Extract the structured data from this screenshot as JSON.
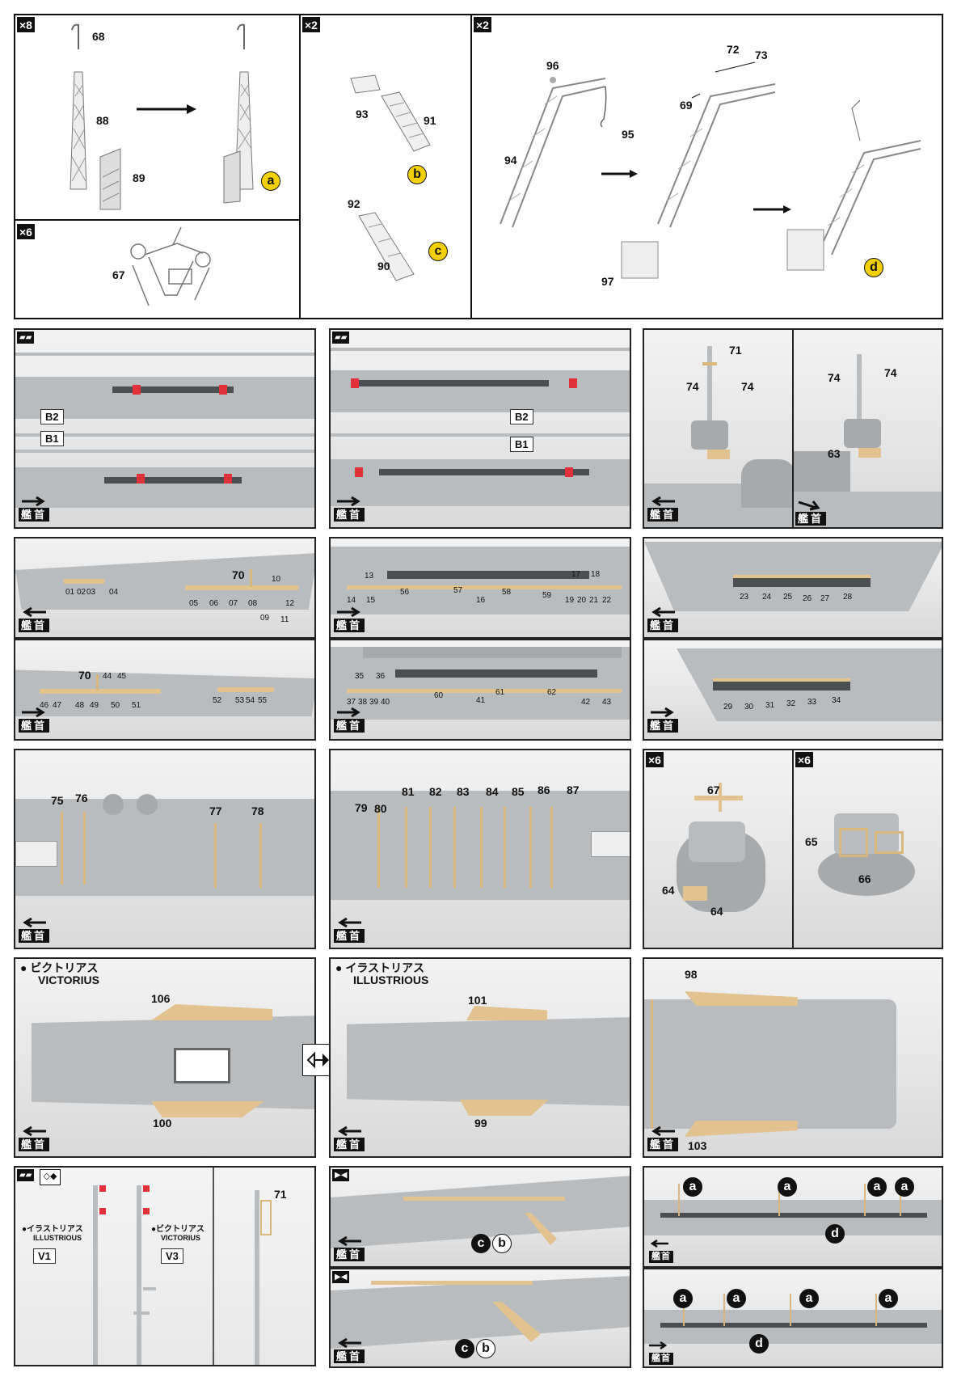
{
  "row1": {
    "p1": {
      "count": "×8",
      "parts": [
        "68",
        "88",
        "89"
      ],
      "result": "a"
    },
    "p2": {
      "count": "×2",
      "parts": [
        "93",
        "91",
        "92",
        "90"
      ],
      "results": [
        "b",
        "c"
      ]
    },
    "p3": {
      "count": "×2",
      "parts": [
        "96",
        "94",
        "95",
        "72",
        "73",
        "69",
        "97"
      ],
      "result": "d"
    },
    "p4": {
      "count": "×6",
      "parts": [
        "67"
      ]
    }
  },
  "row2": {
    "left": {
      "tags": [
        "B2",
        "B1"
      ]
    },
    "mid": {
      "tags": [
        "B2",
        "B1"
      ]
    },
    "right_a": {
      "parts": [
        "71",
        "74",
        "74"
      ]
    },
    "right_b": {
      "parts": [
        "74",
        "74",
        "63"
      ]
    }
  },
  "row3": {
    "a_top": {
      "parts": [
        "70",
        "10",
        "01",
        "02",
        "03",
        "04",
        "05",
        "06",
        "07",
        "08",
        "09",
        "11",
        "12"
      ]
    },
    "a_bot": {
      "parts": [
        "70",
        "44",
        "45",
        "46",
        "47",
        "48",
        "49",
        "50",
        "51",
        "52",
        "53",
        "54",
        "55"
      ]
    },
    "b_top": {
      "parts": [
        "13",
        "14",
        "15",
        "56",
        "57",
        "16",
        "58",
        "59",
        "17",
        "18",
        "19",
        "20",
        "21",
        "22"
      ]
    },
    "b_bot": {
      "parts": [
        "35",
        "36",
        "37",
        "38",
        "39",
        "40",
        "60",
        "41",
        "61",
        "62",
        "42",
        "43"
      ]
    },
    "c_top": {
      "parts": [
        "23",
        "24",
        "25",
        "26",
        "27",
        "28"
      ]
    },
    "c_bot": {
      "parts": [
        "29",
        "30",
        "31",
        "32",
        "33",
        "34"
      ]
    }
  },
  "row4": {
    "left": {
      "parts": [
        "75",
        "76",
        "77",
        "78"
      ]
    },
    "mid": {
      "parts": [
        "79",
        "80",
        "81",
        "82",
        "83",
        "84",
        "85",
        "86",
        "87"
      ]
    },
    "right_a": {
      "count": "×6",
      "parts": [
        "67",
        "64",
        "64"
      ]
    },
    "right_b": {
      "count": "×6",
      "parts": [
        "65",
        "66"
      ]
    }
  },
  "row5": {
    "victorious": {
      "title_ja": "● ビクトリアス",
      "title_en": "VICTORIUS",
      "parts": [
        "106",
        "100"
      ]
    },
    "illustrious": {
      "title_ja": "● イラストリアス",
      "title_en": "ILLUSTRIOUS",
      "parts": [
        "101",
        "99"
      ]
    },
    "right": {
      "parts": [
        "98",
        "103"
      ]
    }
  },
  "row6": {
    "masts": {
      "ill_ja": "●イラストリアス",
      "ill_en": "ILLUSTRIOUS",
      "ill_tag": "V1",
      "vic_ja": "●ビクトリアス",
      "vic_en": "VICTORIUS",
      "vic_tag": "V3",
      "part": "71"
    },
    "mid_top": {
      "labels": [
        "c",
        "b"
      ]
    },
    "mid_bot": {
      "labels": [
        "c",
        "b"
      ]
    },
    "right_top": {
      "labels": [
        "a",
        "a",
        "a",
        "a",
        "d"
      ]
    },
    "right_bot": {
      "labels": [
        "a",
        "a",
        "a",
        "a",
        "d"
      ]
    }
  },
  "bow_text": "艦首"
}
